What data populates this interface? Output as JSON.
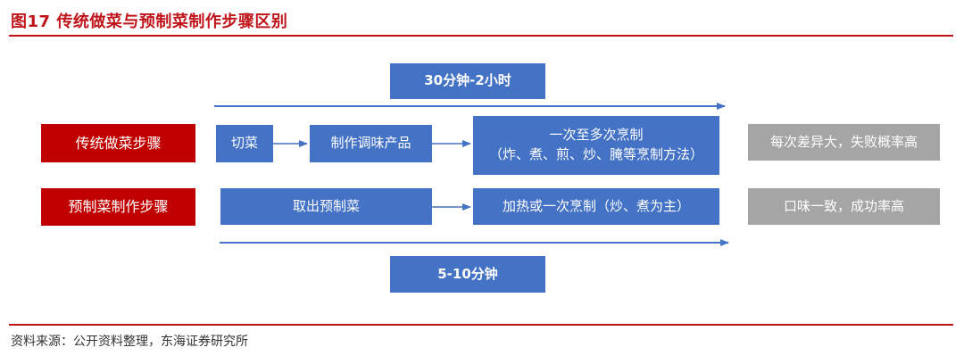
{
  "header": {
    "figure_title": "图17  传统做菜与预制菜制作步骤区别"
  },
  "time_labels": {
    "top": "30分钟-2小时",
    "bottom": "5-10分钟"
  },
  "rows": {
    "traditional": {
      "label": "传统做菜步骤",
      "step1": "切菜",
      "step2": "制作调味产品",
      "step3_line1": "一次至多次烹制",
      "step3_line2": "（炸、煮、煎、炒、腌等烹制方法）",
      "result": "每次差异大，失败概率高"
    },
    "prepared": {
      "label": "预制菜制作步骤",
      "step1": "取出预制菜",
      "step2": "加热或一次烹制（炒、煮为主）",
      "result": "口味一致，成功率高"
    }
  },
  "footer": {
    "source": "资料来源：公开资料整理，东海证券研究所"
  },
  "colors": {
    "brand_red": "#c0141b",
    "box_blue": "#4472c4",
    "row_label_red": "#c00000",
    "result_gray": "#a5a5a5"
  }
}
